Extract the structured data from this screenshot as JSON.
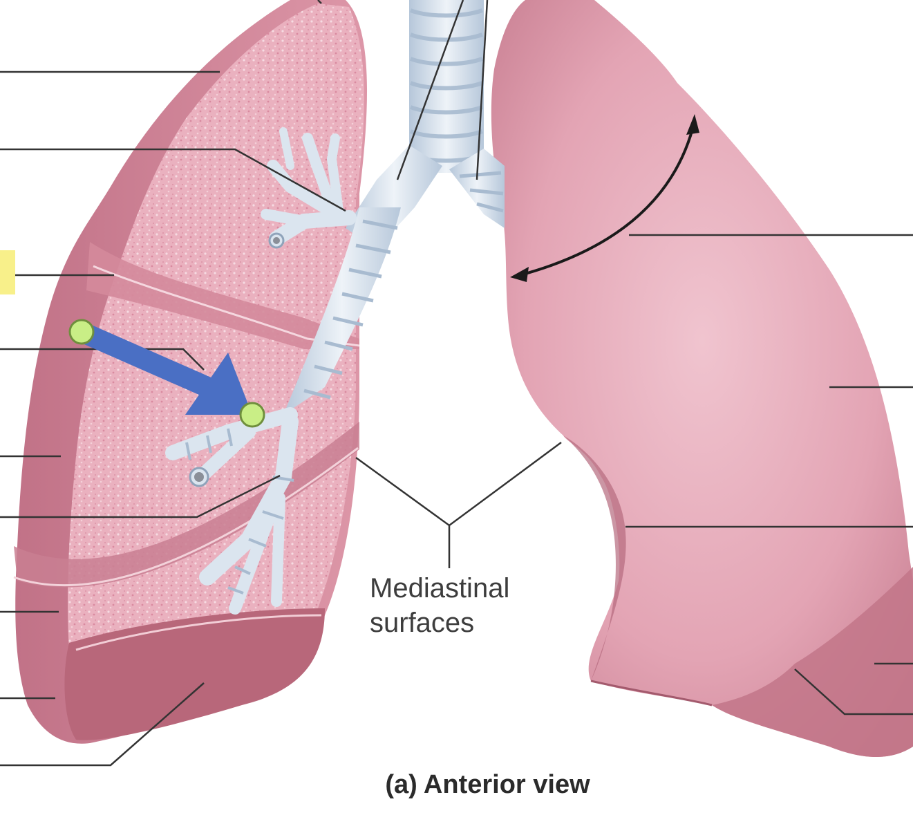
{
  "labels": {
    "mediastinal": [
      "Mediastinal",
      "surfaces"
    ],
    "caption": "(a) Anterior view"
  },
  "colors": {
    "lung_fill": "#d88fa0",
    "lung_dark": "#b8677a",
    "cut_fill": "#eab3c0",
    "airway": "#dbe5ef",
    "airway_ring": "#aebfd3",
    "leader_line": "#333333",
    "arrow_overlay": "#4a6fc4",
    "marker": "#c9ee86",
    "highlight": "#f8f08a"
  }
}
